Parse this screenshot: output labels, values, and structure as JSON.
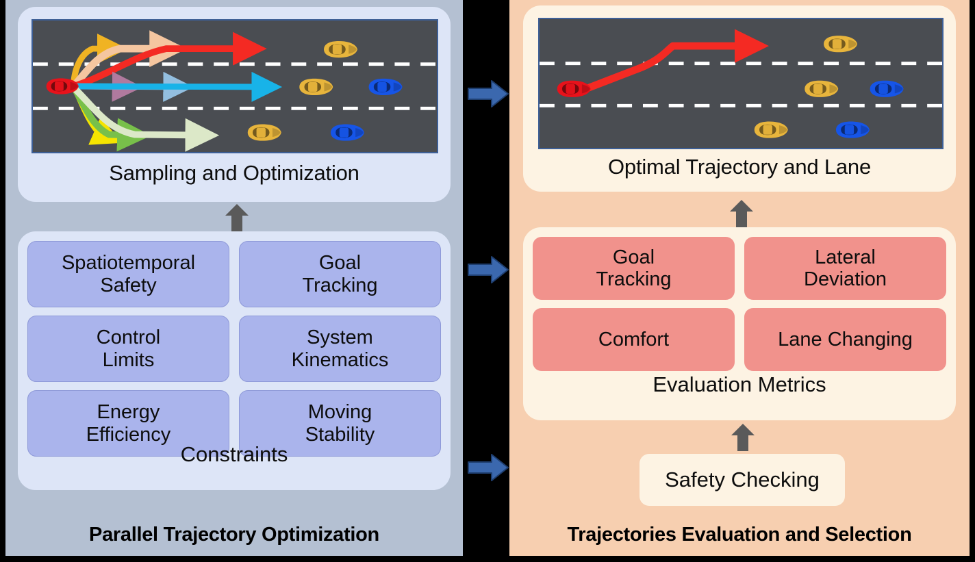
{
  "figure": {
    "type": "flow-diagram",
    "background": "#000000"
  },
  "left_panel": {
    "title": "Parallel Trajectory Optimization",
    "background_color": "#b4c0d2",
    "scene": {
      "caption": "Sampling and Optimization",
      "road_color": "#4a4d52",
      "lanes": 3,
      "ego_vehicle": {
        "color": "#e8121b",
        "lane": "middle"
      },
      "other_vehicles": [
        {
          "color": "#e8b53c",
          "lane": "top"
        },
        {
          "color": "#e8b53c",
          "lane": "middle"
        },
        {
          "color": "#1655e8",
          "lane": "middle"
        },
        {
          "color": "#e8b53c",
          "lane": "bottom"
        },
        {
          "color": "#1655e8",
          "lane": "bottom"
        }
      ],
      "trajectories": [
        {
          "name": "gold-left-up",
          "color": "#f0b323",
          "target_lane": "top"
        },
        {
          "name": "peach-up",
          "color": "#f5c6a0",
          "target_lane": "top"
        },
        {
          "name": "red-up",
          "color": "#f42a23",
          "target_lane": "top"
        },
        {
          "name": "mauve-straight",
          "color": "#b07a9e",
          "target_lane": "middle"
        },
        {
          "name": "lightblue-straight",
          "color": "#93bfe0",
          "target_lane": "middle"
        },
        {
          "name": "cyan-straight",
          "color": "#18b3e8",
          "target_lane": "middle"
        },
        {
          "name": "yellow-down",
          "color": "#f5e400",
          "target_lane": "bottom"
        },
        {
          "name": "green-down",
          "color": "#78c04a",
          "target_lane": "bottom"
        },
        {
          "name": "palegreen-down",
          "color": "#dce8c8",
          "target_lane": "bottom"
        }
      ]
    },
    "constraints": {
      "label": "Constraints",
      "chip_color": "#aab4ec",
      "items": [
        "Spatiotemporal\nSafety",
        "Goal\nTracking",
        "Control\nLimits",
        "System\nKinematics",
        "Energy\nEfficiency",
        "Moving\nStability"
      ]
    }
  },
  "right_panel": {
    "title": "Trajectories Evaluation and Selection",
    "background_color": "#f7cfb0",
    "scene": {
      "caption": "Optimal Trajectory and Lane",
      "road_color": "#4a4d52",
      "lanes": 3,
      "ego_vehicle": {
        "color": "#e8121b",
        "lane": "middle"
      },
      "other_vehicles": [
        {
          "color": "#e8b53c",
          "lane": "top"
        },
        {
          "color": "#e8b53c",
          "lane": "middle"
        },
        {
          "color": "#1655e8",
          "lane": "middle"
        },
        {
          "color": "#e8b53c",
          "lane": "bottom"
        },
        {
          "color": "#1655e8",
          "lane": "bottom"
        }
      ],
      "trajectories": [
        {
          "name": "optimal",
          "color": "#f42a23",
          "target_lane": "top"
        }
      ]
    },
    "metrics": {
      "label": "Evaluation Metrics",
      "chip_color": "#f1928c",
      "items": [
        "Goal\nTracking",
        "Lateral\nDeviation",
        "Comfort",
        "Lane Changing"
      ]
    },
    "safety_checking": {
      "label": "Safety Checking"
    }
  },
  "connectors": {
    "link_arrow_color": "#3b68ae",
    "up_arrow_color": "#5a5a5a",
    "count_link_arrows": 3,
    "count_up_arrows": 3
  }
}
